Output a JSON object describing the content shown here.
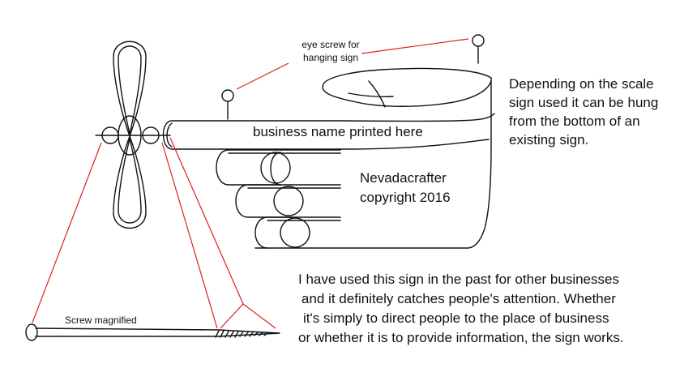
{
  "labels": {
    "eye_screw": [
      "eye screw for",
      "hanging sign"
    ],
    "business_name": "business name printed here",
    "copyright": [
      "Nevadacrafter",
      "copyright 2016"
    ],
    "scale_note": [
      "Depending on the scale",
      "sign used it can be hung",
      "from the bottom of an",
      "existing sign."
    ],
    "paragraph": [
      "I have used this sign in the past for other businesses",
      "and it definitely catches people's attention. Whether",
      "it's simply to direct people to the place of business",
      "or whether it is to provide information, the sign works."
    ],
    "screw": "Screw magnified"
  },
  "colors": {
    "outline": "#111111",
    "leader": "#e02020"
  }
}
